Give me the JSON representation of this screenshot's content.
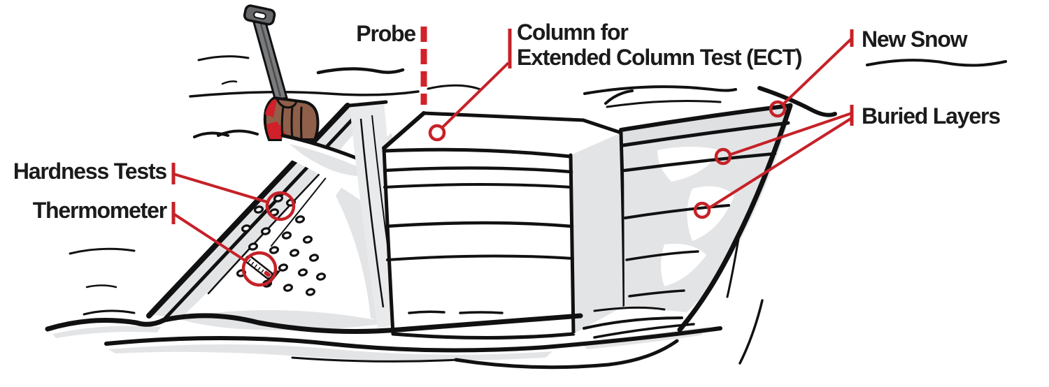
{
  "figure": {
    "name": "snow-pit-study-diagram",
    "description": "Hand-drawn illustration of an avalanche snow pit with annotated test locations"
  },
  "labels": {
    "probe": "Probe",
    "column_line1": "Column for",
    "column_line2": "Extended Column Test (ECT)",
    "new_snow": "New Snow",
    "buried_layers": "Buried Layers",
    "hardness_tests": "Hardness Tests",
    "thermometer": "Thermometer"
  },
  "icons": {
    "shovel": "avalanche-shovel-icon",
    "thermometer": "thermometer-icon",
    "probe_line": "dashed-probe-marker",
    "callout_circle": "target-circle-marker"
  },
  "colors": {
    "accent": "#c62128",
    "probe_dash": "#d0232a",
    "ink": "#111111",
    "snow_shade": "#e3e4e6",
    "shovel_blade": "#8f5f4a",
    "shovel_blade_trim": "#d0202a",
    "shovel_handle": "#7a7b7d",
    "shovel_grip": "#67686a"
  }
}
